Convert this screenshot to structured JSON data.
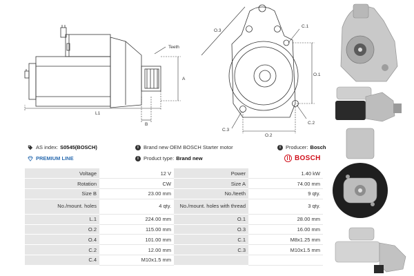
{
  "drawing": {
    "labels": {
      "teeth": "Teeth",
      "a": "A",
      "l1": "L1",
      "b": "B",
      "o3": "O.3",
      "c1": "C.1",
      "o1": "O.1",
      "c3": "C.3",
      "o2": "O.2",
      "c2": "C.2"
    }
  },
  "info": {
    "as_index_label": "AS index:",
    "as_index_value": "S0545(BOSCH)",
    "brand_new_text": "Brand new OEM BOSCH Starter motor",
    "producer_label": "Producer:",
    "producer_value": "Bosch",
    "premium_line": "PREMIUM LINE",
    "product_type_label": "Product type:",
    "product_type_value": "Brand new",
    "brand_logo_text": "BOSCH"
  },
  "specs": [
    [
      "Voltage",
      "12 V",
      "Power",
      "1.40 kW"
    ],
    [
      "Rotation",
      "CW",
      "Size A",
      "74.00 mm"
    ],
    [
      "Size B",
      "23.00 mm",
      "No./teeth",
      "9 qty."
    ],
    [
      "No./mount. holes",
      "4 qty.",
      "No./mount. holes with thread",
      "3 qty."
    ],
    [
      "L.1",
      "224.00 mm",
      "O.1",
      "28.00 mm"
    ],
    [
      "O.2",
      "115.00 mm",
      "O.3",
      "16.00 mm"
    ],
    [
      "O.4",
      "101.00 mm",
      "C.1",
      "M8x1.25 mm"
    ],
    [
      "C.2",
      "12.00 mm",
      "C.3",
      "M10x1.5 mm"
    ],
    [
      "C.4",
      "M10x1.5 mm",
      "",
      ""
    ]
  ],
  "colors": {
    "label_bg": "#e6e6e6",
    "brand_red": "#d0101b",
    "premium_blue": "#2b6cb0"
  },
  "icons": {
    "tag": "tag-icon",
    "info": "info-icon",
    "diamond": "diamond-icon",
    "bosch": "bosch-logo-icon"
  }
}
